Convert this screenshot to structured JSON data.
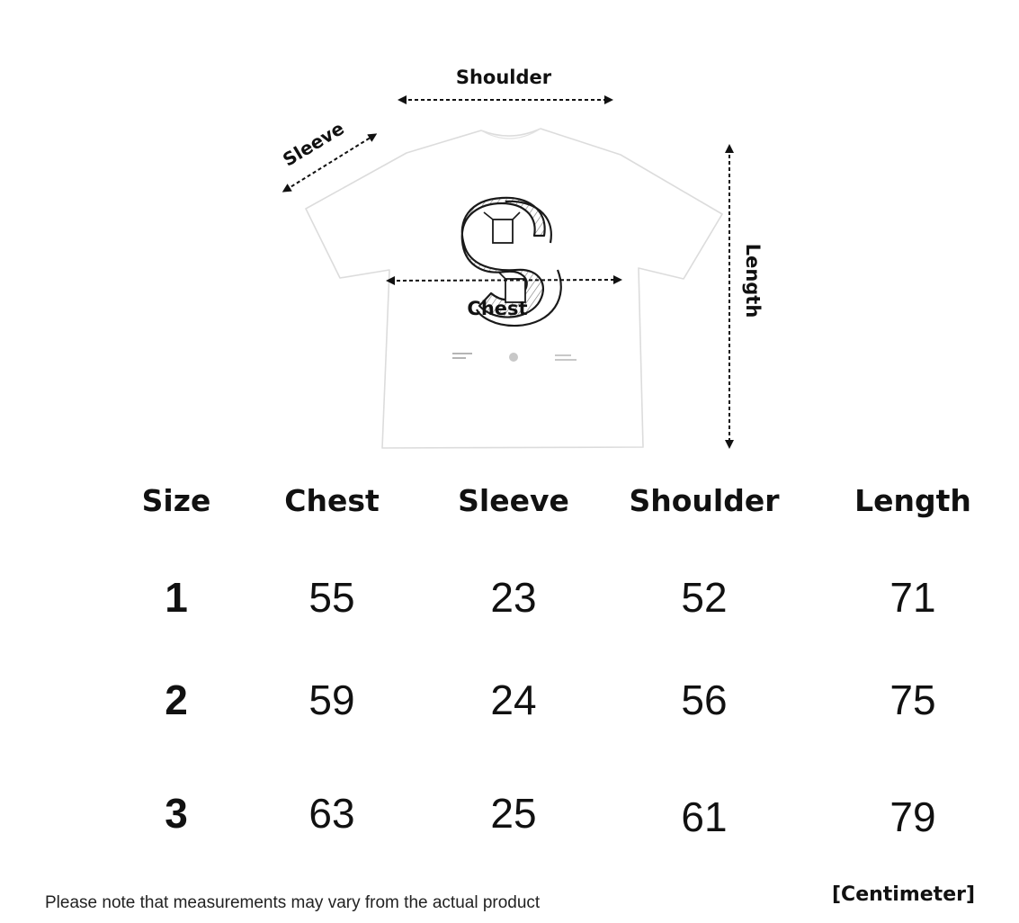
{
  "diagram": {
    "labels": {
      "shoulder": "Shoulder",
      "sleeve": "Sleeve",
      "chest": "Chest",
      "length": "Length"
    },
    "print_icon": "stylized-s-letter-graphic"
  },
  "table": {
    "headers": [
      "Size",
      "Chest",
      "Sleeve",
      "Shoulder",
      "Length"
    ],
    "rows": [
      [
        "1",
        "55",
        "23",
        "52",
        "71"
      ],
      [
        "2",
        "59",
        "24",
        "56",
        "75"
      ],
      [
        "3",
        "63",
        "25",
        "61",
        "79"
      ]
    ]
  },
  "footer": {
    "note": "Please note that measurements may vary from the actual product",
    "unit": "[Centimeter]"
  }
}
